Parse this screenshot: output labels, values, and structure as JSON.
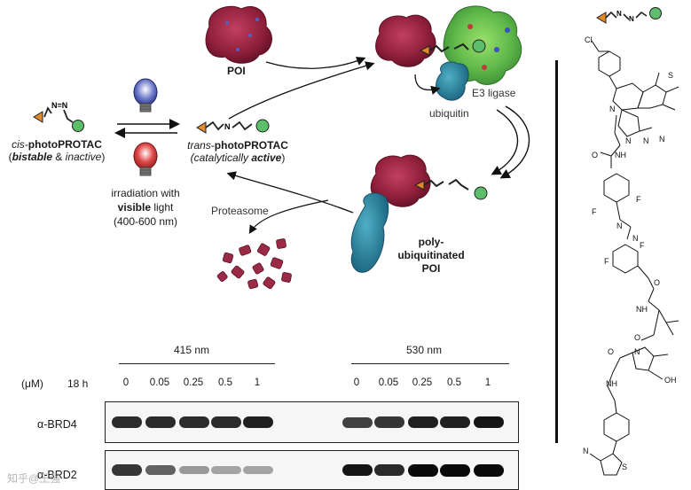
{
  "scheme": {
    "poi_label": "POI",
    "e3_label": "E3 ligase",
    "ubiquitin_label": "ubiquitin",
    "cis": {
      "prefix": "cis-",
      "bold": "photoPROTAC",
      "sub_open": "(",
      "sub_bold": "bistable",
      "sub_mid": " & ",
      "sub_ital": "inactive",
      "sub_close": ")"
    },
    "trans": {
      "prefix": "trans-",
      "bold": "photoPROTAC",
      "sub": "(catalytically ",
      "sub_bold": "active",
      "sub_close": ")"
    },
    "irradiation": {
      "line1": "irradiation with",
      "line2_bold": "visible",
      "line2_rest": " light",
      "line3": "(400-600 nm)"
    },
    "proteasome_label": "Proteasome",
    "polyub": {
      "line1": "poly-",
      "line2": "ubiquitinated",
      "line3": "POI"
    }
  },
  "legend_glyph": "photoPROTAC icon (triangle–azo–circle)",
  "structure": {
    "atoms": [
      "Cl",
      "N",
      "S",
      "N",
      "N",
      "N",
      "O",
      "NH",
      "F",
      "F",
      "N",
      "N",
      "F",
      "F",
      "O",
      "NH",
      "O",
      "N",
      "O",
      "NH",
      "OH",
      "N",
      "S"
    ]
  },
  "blot": {
    "wavelengths": [
      "415 nm",
      "530 nm"
    ],
    "conc_header": "(μM)",
    "time_header": "18 h",
    "concentrations_415": [
      "0",
      "0.05",
      "0.25",
      "0.5",
      "1"
    ],
    "concentrations_530": [
      "0",
      "0.05",
      "0.25",
      "0.5",
      "1"
    ],
    "rows": [
      {
        "label": "α-BRD4",
        "intensity_415": [
          0.85,
          0.85,
          0.85,
          0.85,
          0.9
        ],
        "intensity_530": [
          0.75,
          0.8,
          0.9,
          0.9,
          0.95
        ]
      },
      {
        "label": "α-BRD2",
        "intensity_415": [
          0.8,
          0.6,
          0.35,
          0.3,
          0.3
        ],
        "intensity_530": [
          0.95,
          0.85,
          1.0,
          1.0,
          1.0
        ]
      }
    ]
  },
  "watermark": "知乎@王强"
}
